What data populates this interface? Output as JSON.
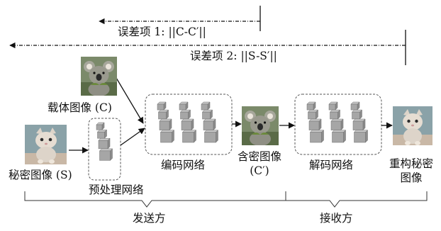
{
  "error_terms": {
    "term1": "误差项 1: ||C-C′||",
    "term2": "误差项 2: ||S-S′||"
  },
  "nodes": {
    "cover_image": "载体图像 (C)",
    "secret_image": "秘密图像 (S)",
    "preprocess_net": "预处理网络",
    "encoder_net": "编码网络",
    "stego_image_line1": "含密图像",
    "stego_image_line2": "(C′)",
    "decoder_net": "解码网络",
    "reconstructed_line1": "重构秘密",
    "reconstructed_line2": "图像"
  },
  "sections": {
    "sender": "发送方",
    "receiver": "接收方"
  },
  "colors": {
    "block_face": "#a6a6a6",
    "block_edge": "#6e6e6e",
    "box_border": "#555555",
    "koala_fur": "#9a9a8e",
    "kitten_fur": "#ddd4c9",
    "kitten_bg": "#8aa2a8"
  }
}
